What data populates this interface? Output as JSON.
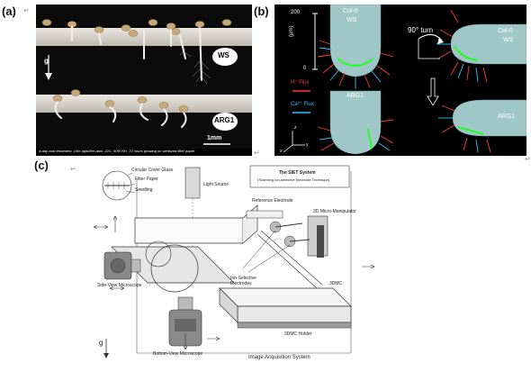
{
  "panel_a": {
    "letter": "(a)",
    "ws_label": "WS",
    "mutant_label": "ARG1",
    "gravity_label": "g",
    "scale_label": "1mm",
    "caption": "4-day cold treatment, 16hr-light/8hr-dark, 22C, 60% RH, 72 hours growing on sterilized filter paper"
  },
  "panel_b": {
    "letter": "(b)",
    "scale_top": "200",
    "scale_bottom": "0",
    "scale_unit": "(μm)",
    "colws_label": "Col-0\nWS",
    "colws_label_top": "Col-0",
    "colws_label_bottom": "WS",
    "arg1_label": "ARG1",
    "right_colws_top": "Col-0",
    "right_colws_bottom": "WS",
    "right_arg1": "ARG1",
    "turn_label": "90° turn",
    "h_flux": "H⁺ Flux",
    "ca_flux": "Ca²⁺ Flux",
    "axis_z": "z",
    "axis_y": "y",
    "axis_x": "x",
    "colors": {
      "h_flux": "#ff3b3b",
      "ca_flux": "#29c6ff",
      "root": "#9fc7c7",
      "marker": "#22ff22"
    }
  },
  "panel_c": {
    "letter": "(c)",
    "inset_title": "Circular Cover Glass",
    "inset_filter": "Filter Paper",
    "inset_seedling": "Seedling",
    "light_source": "Light Source",
    "siet_title": "The SIET System",
    "siet_subtitle": "(Scanning Ion-selective Electrode Technique)",
    "reference_electrode": "Reference Electrode",
    "micro_manipulator": "3D Micro-Manipulator",
    "ion_selective": "Ion-Selective Electrodes",
    "dmc": "3DMC",
    "dmc_holder": "3DMC Holder",
    "side_view": "Side-View Microscope",
    "bottom_view": "Bottom-View Microscope",
    "image_acq": "Image Acquisition System",
    "gravity": "g"
  }
}
